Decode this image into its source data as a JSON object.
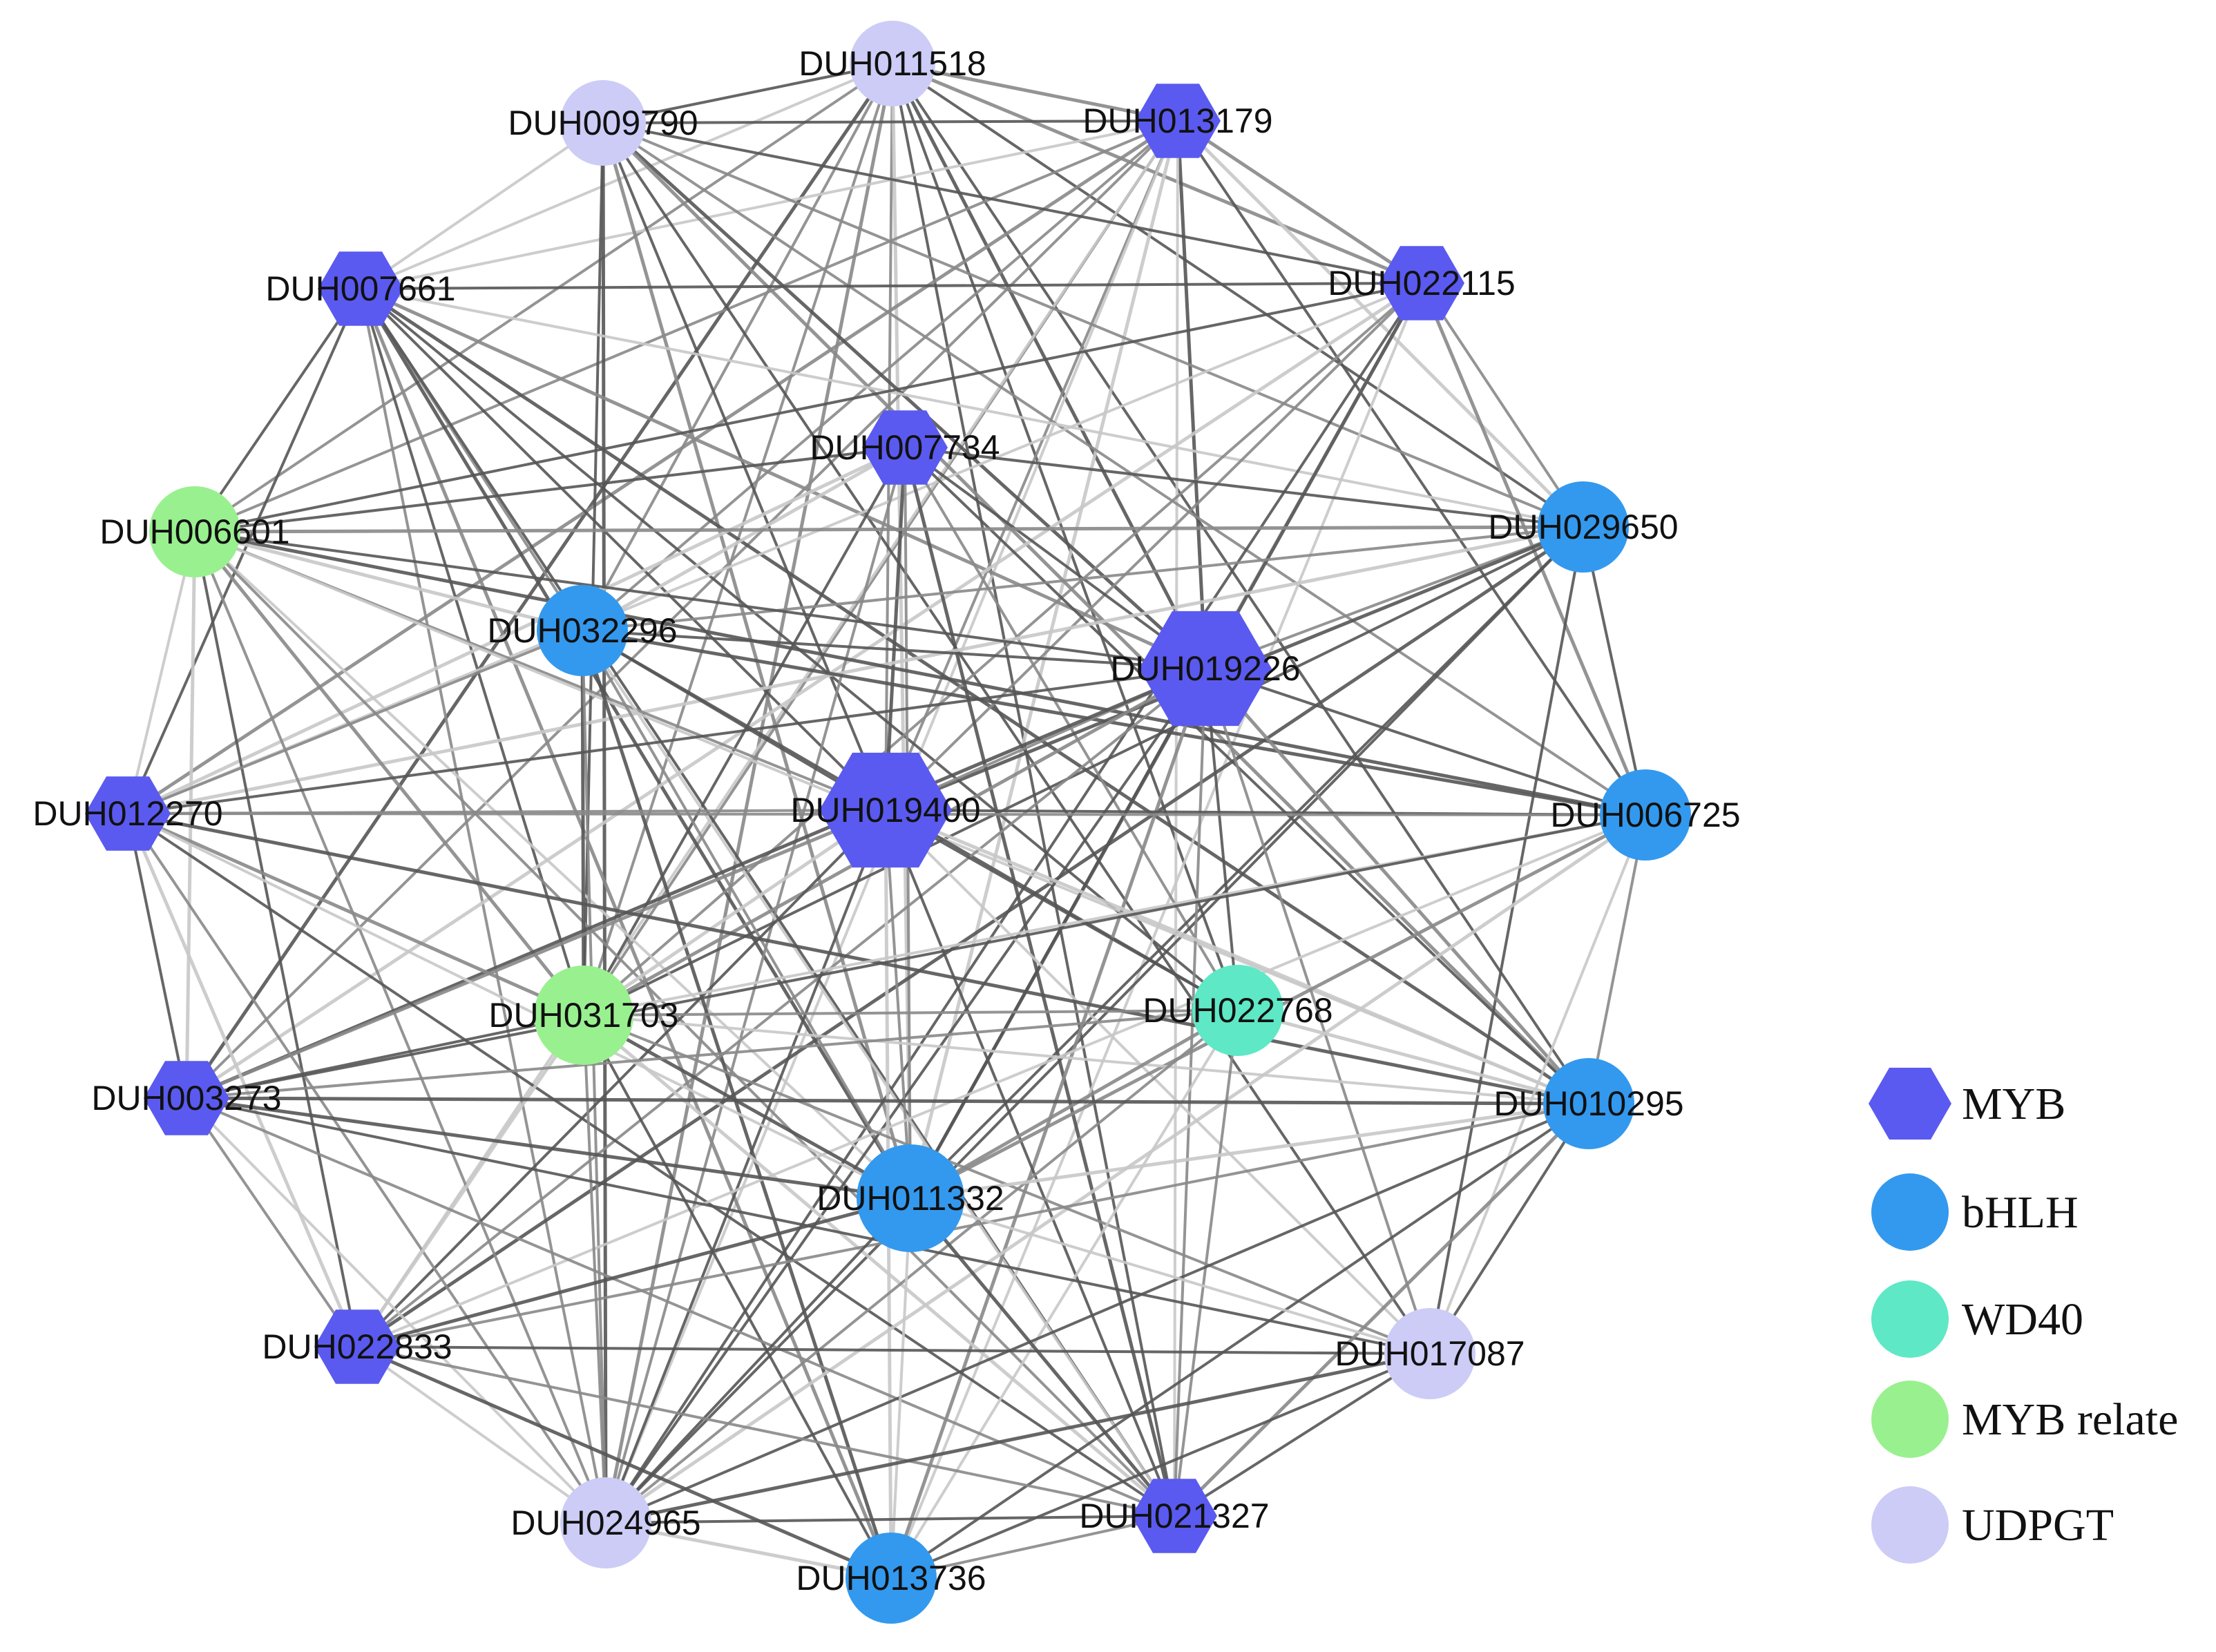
{
  "colors": {
    "MYB": "#5a5af0",
    "bHLH": "#3399ee",
    "WD40": "#5ee8c6",
    "MYB relate": "#99f08f",
    "UDPGT": "#ccccf7",
    "edge_dark": "#555555",
    "edge_mid": "#888888",
    "edge_light": "#c8c8c8"
  },
  "nodes": [
    {
      "id": "DUH011518",
      "label": "DUH011518",
      "family": "UDPGT",
      "shape": "circle"
    },
    {
      "id": "DUH013179",
      "label": "DUH013179",
      "family": "MYB",
      "shape": "hexagon"
    },
    {
      "id": "DUH009790",
      "label": "DUH009790",
      "family": "UDPGT",
      "shape": "circle"
    },
    {
      "id": "DUH022115",
      "label": "DUH022115",
      "family": "MYB",
      "shape": "hexagon"
    },
    {
      "id": "DUH007661",
      "label": "DUH007661",
      "family": "MYB",
      "shape": "hexagon"
    },
    {
      "id": "DUH007734",
      "label": "DUH007734",
      "family": "MYB",
      "shape": "hexagon"
    },
    {
      "id": "DUH029650",
      "label": "DUH029650",
      "family": "bHLH",
      "shape": "circle"
    },
    {
      "id": "DUH006601",
      "label": "DUH006601",
      "family": "MYB relate",
      "shape": "circle"
    },
    {
      "id": "DUH032296",
      "label": "DUH032296",
      "family": "bHLH",
      "shape": "circle"
    },
    {
      "id": "DUH019226",
      "label": "DUH019226",
      "family": "MYB",
      "shape": "hexagon"
    },
    {
      "id": "DUH019400",
      "label": "DUH019400",
      "family": "MYB",
      "shape": "hexagon"
    },
    {
      "id": "DUH012270",
      "label": "DUH012270",
      "family": "MYB",
      "shape": "hexagon"
    },
    {
      "id": "DUH006725",
      "label": "DUH006725",
      "family": "bHLH",
      "shape": "circle"
    },
    {
      "id": "DUH031703",
      "label": "DUH031703",
      "family": "MYB relate",
      "shape": "circle"
    },
    {
      "id": "DUH022768",
      "label": "DUH022768",
      "family": "WD40",
      "shape": "circle"
    },
    {
      "id": "DUH003273",
      "label": "DUH003273",
      "family": "MYB",
      "shape": "hexagon"
    },
    {
      "id": "DUH010295",
      "label": "DUH010295",
      "family": "bHLH",
      "shape": "circle"
    },
    {
      "id": "DUH011332",
      "label": "DUH011332",
      "family": "bHLH",
      "shape": "circle"
    },
    {
      "id": "DUH022833",
      "label": "DUH022833",
      "family": "MYB",
      "shape": "hexagon"
    },
    {
      "id": "DUH017087",
      "label": "DUH017087",
      "family": "UDPGT",
      "shape": "circle"
    },
    {
      "id": "DUH024965",
      "label": "DUH024965",
      "family": "UDPGT",
      "shape": "circle"
    },
    {
      "id": "DUH021327",
      "label": "DUH021327",
      "family": "MYB",
      "shape": "hexagon"
    },
    {
      "id": "DUH013736",
      "label": "DUH013736",
      "family": "bHLH",
      "shape": "circle"
    }
  ],
  "edges": [
    [
      "DUH011518",
      "DUH013179"
    ],
    [
      "DUH011518",
      "DUH009790"
    ],
    [
      "DUH011518",
      "DUH007661"
    ],
    [
      "DUH011518",
      "DUH022115"
    ],
    [
      "DUH011518",
      "DUH006601"
    ],
    [
      "DUH011518",
      "DUH032296"
    ],
    [
      "DUH011518",
      "DUH019226"
    ],
    [
      "DUH011518",
      "DUH019400"
    ],
    [
      "DUH011518",
      "DUH031703"
    ],
    [
      "DUH011518",
      "DUH011332"
    ],
    [
      "DUH011518",
      "DUH022768"
    ],
    [
      "DUH011518",
      "DUH029650"
    ],
    [
      "DUH011518",
      "DUH024965"
    ],
    [
      "DUH011518",
      "DUH021327"
    ],
    [
      "DUH011518",
      "DUH010295"
    ],
    [
      "DUH011518",
      "DUH003273"
    ],
    [
      "DUH013179",
      "DUH009790"
    ],
    [
      "DUH013179",
      "DUH007661"
    ],
    [
      "DUH013179",
      "DUH022115"
    ],
    [
      "DUH013179",
      "DUH006601"
    ],
    [
      "DUH013179",
      "DUH032296"
    ],
    [
      "DUH013179",
      "DUH019226"
    ],
    [
      "DUH013179",
      "DUH019400"
    ],
    [
      "DUH013179",
      "DUH031703"
    ],
    [
      "DUH013179",
      "DUH011332"
    ],
    [
      "DUH013179",
      "DUH024965"
    ],
    [
      "DUH013179",
      "DUH022833"
    ],
    [
      "DUH013179",
      "DUH012270"
    ],
    [
      "DUH013179",
      "DUH003273"
    ],
    [
      "DUH013179",
      "DUH021327"
    ],
    [
      "DUH013179",
      "DUH029650"
    ],
    [
      "DUH013179",
      "DUH006725"
    ],
    [
      "DUH009790",
      "DUH007661"
    ],
    [
      "DUH009790",
      "DUH019226"
    ],
    [
      "DUH009790",
      "DUH019400"
    ],
    [
      "DUH009790",
      "DUH031703"
    ],
    [
      "DUH009790",
      "DUH011332"
    ],
    [
      "DUH009790",
      "DUH006725"
    ],
    [
      "DUH009790",
      "DUH029650"
    ],
    [
      "DUH009790",
      "DUH024965"
    ],
    [
      "DUH009790",
      "DUH017087"
    ],
    [
      "DUH009790",
      "DUH022115"
    ],
    [
      "DUH009790",
      "DUH010295"
    ],
    [
      "DUH007661",
      "DUH006601"
    ],
    [
      "DUH007661",
      "DUH032296"
    ],
    [
      "DUH007661",
      "DUH019226"
    ],
    [
      "DUH007661",
      "DUH019400"
    ],
    [
      "DUH007661",
      "DUH031703"
    ],
    [
      "DUH007661",
      "DUH011332"
    ],
    [
      "DUH007661",
      "DUH022115"
    ],
    [
      "DUH007661",
      "DUH029650"
    ],
    [
      "DUH007661",
      "DUH010295"
    ],
    [
      "DUH007661",
      "DUH022768"
    ],
    [
      "DUH007661",
      "DUH024965"
    ],
    [
      "DUH007661",
      "DUH013736"
    ],
    [
      "DUH007661",
      "DUH021327"
    ],
    [
      "DUH007661",
      "DUH012270"
    ],
    [
      "DUH022115",
      "DUH019226"
    ],
    [
      "DUH022115",
      "DUH019400"
    ],
    [
      "DUH022115",
      "DUH031703"
    ],
    [
      "DUH022115",
      "DUH011332"
    ],
    [
      "DUH022115",
      "DUH006601"
    ],
    [
      "DUH022115",
      "DUH029650"
    ],
    [
      "DUH022115",
      "DUH006725"
    ],
    [
      "DUH022115",
      "DUH024965"
    ],
    [
      "DUH022115",
      "DUH012270"
    ],
    [
      "DUH022115",
      "DUH003273"
    ],
    [
      "DUH022115",
      "DUH013736"
    ],
    [
      "DUH007734",
      "DUH019226"
    ],
    [
      "DUH007734",
      "DUH019400"
    ],
    [
      "DUH007734",
      "DUH031703"
    ],
    [
      "DUH007734",
      "DUH011332"
    ],
    [
      "DUH007734",
      "DUH032296"
    ],
    [
      "DUH007734",
      "DUH006601"
    ],
    [
      "DUH007734",
      "DUH022768"
    ],
    [
      "DUH007734",
      "DUH012270"
    ],
    [
      "DUH007734",
      "DUH010295"
    ],
    [
      "DUH007734",
      "DUH024965"
    ],
    [
      "DUH007734",
      "DUH021327"
    ],
    [
      "DUH007734",
      "DUH029650"
    ],
    [
      "DUH029650",
      "DUH019226"
    ],
    [
      "DUH029650",
      "DUH019400"
    ],
    [
      "DUH029650",
      "DUH031703"
    ],
    [
      "DUH029650",
      "DUH011332"
    ],
    [
      "DUH029650",
      "DUH006601"
    ],
    [
      "DUH029650",
      "DUH032296"
    ],
    [
      "DUH029650",
      "DUH024965"
    ],
    [
      "DUH029650",
      "DUH022833"
    ],
    [
      "DUH029650",
      "DUH017087"
    ],
    [
      "DUH029650",
      "DUH006725"
    ],
    [
      "DUH029650",
      "DUH012270"
    ],
    [
      "DUH006601",
      "DUH019226"
    ],
    [
      "DUH006601",
      "DUH019400"
    ],
    [
      "DUH006601",
      "DUH031703"
    ],
    [
      "DUH006601",
      "DUH011332"
    ],
    [
      "DUH006601",
      "DUH012270"
    ],
    [
      "DUH006601",
      "DUH003273"
    ],
    [
      "DUH006601",
      "DUH022833"
    ],
    [
      "DUH006601",
      "DUH024965"
    ],
    [
      "DUH006601",
      "DUH006725"
    ],
    [
      "DUH006601",
      "DUH010295"
    ],
    [
      "DUH006601",
      "DUH021327"
    ],
    [
      "DUH006601",
      "DUH032296"
    ],
    [
      "DUH032296",
      "DUH019226"
    ],
    [
      "DUH032296",
      "DUH019400"
    ],
    [
      "DUH032296",
      "DUH031703"
    ],
    [
      "DUH032296",
      "DUH011332"
    ],
    [
      "DUH032296",
      "DUH024965"
    ],
    [
      "DUH032296",
      "DUH013736"
    ],
    [
      "DUH032296",
      "DUH021327"
    ],
    [
      "DUH032296",
      "DUH022768"
    ],
    [
      "DUH032296",
      "DUH006725"
    ],
    [
      "DUH032296",
      "DUH012270"
    ],
    [
      "DUH019226",
      "DUH019400"
    ],
    [
      "DUH019226",
      "DUH031703"
    ],
    [
      "DUH019226",
      "DUH011332"
    ],
    [
      "DUH019226",
      "DUH012270"
    ],
    [
      "DUH019226",
      "DUH003273"
    ],
    [
      "DUH019226",
      "DUH022833"
    ],
    [
      "DUH019226",
      "DUH024965"
    ],
    [
      "DUH019226",
      "DUH013736"
    ],
    [
      "DUH019226",
      "DUH021327"
    ],
    [
      "DUH019226",
      "DUH017087"
    ],
    [
      "DUH019226",
      "DUH010295"
    ],
    [
      "DUH019226",
      "DUH006725"
    ],
    [
      "DUH019226",
      "DUH022768"
    ],
    [
      "DUH019400",
      "DUH031703"
    ],
    [
      "DUH019400",
      "DUH011332"
    ],
    [
      "DUH019400",
      "DUH012270"
    ],
    [
      "DUH019400",
      "DUH003273"
    ],
    [
      "DUH019400",
      "DUH022833"
    ],
    [
      "DUH019400",
      "DUH024965"
    ],
    [
      "DUH019400",
      "DUH013736"
    ],
    [
      "DUH019400",
      "DUH021327"
    ],
    [
      "DUH019400",
      "DUH017087"
    ],
    [
      "DUH019400",
      "DUH010295"
    ],
    [
      "DUH019400",
      "DUH006725"
    ],
    [
      "DUH019400",
      "DUH022768"
    ],
    [
      "DUH012270",
      "DUH031703"
    ],
    [
      "DUH012270",
      "DUH011332"
    ],
    [
      "DUH012270",
      "DUH003273"
    ],
    [
      "DUH012270",
      "DUH022833"
    ],
    [
      "DUH012270",
      "DUH024965"
    ],
    [
      "DUH012270",
      "DUH006725"
    ],
    [
      "DUH012270",
      "DUH010295"
    ],
    [
      "DUH012270",
      "DUH021327"
    ],
    [
      "DUH006725",
      "DUH031703"
    ],
    [
      "DUH006725",
      "DUH011332"
    ],
    [
      "DUH006725",
      "DUH010295"
    ],
    [
      "DUH006725",
      "DUH017087"
    ],
    [
      "DUH006725",
      "DUH024965"
    ],
    [
      "DUH006725",
      "DUH022833"
    ],
    [
      "DUH006725",
      "DUH003273"
    ],
    [
      "DUH031703",
      "DUH011332"
    ],
    [
      "DUH031703",
      "DUH022768"
    ],
    [
      "DUH031703",
      "DUH003273"
    ],
    [
      "DUH031703",
      "DUH022833"
    ],
    [
      "DUH031703",
      "DUH024965"
    ],
    [
      "DUH031703",
      "DUH013736"
    ],
    [
      "DUH031703",
      "DUH021327"
    ],
    [
      "DUH031703",
      "DUH010295"
    ],
    [
      "DUH031703",
      "DUH017087"
    ],
    [
      "DUH022768",
      "DUH011332"
    ],
    [
      "DUH022768",
      "DUH024965"
    ],
    [
      "DUH022768",
      "DUH003273"
    ],
    [
      "DUH022768",
      "DUH010295"
    ],
    [
      "DUH022768",
      "DUH021327"
    ],
    [
      "DUH022768",
      "DUH013736"
    ],
    [
      "DUH003273",
      "DUH011332"
    ],
    [
      "DUH003273",
      "DUH022833"
    ],
    [
      "DUH003273",
      "DUH024965"
    ],
    [
      "DUH003273",
      "DUH010295"
    ],
    [
      "DUH003273",
      "DUH021327"
    ],
    [
      "DUH003273",
      "DUH017087"
    ],
    [
      "DUH010295",
      "DUH011332"
    ],
    [
      "DUH010295",
      "DUH017087"
    ],
    [
      "DUH010295",
      "DUH024965"
    ],
    [
      "DUH010295",
      "DUH021327"
    ],
    [
      "DUH010295",
      "DUH013736"
    ],
    [
      "DUH010295",
      "DUH022833"
    ],
    [
      "DUH011332",
      "DUH022833"
    ],
    [
      "DUH011332",
      "DUH024965"
    ],
    [
      "DUH011332",
      "DUH013736"
    ],
    [
      "DUH011332",
      "DUH021327"
    ],
    [
      "DUH011332",
      "DUH017087"
    ],
    [
      "DUH022833",
      "DUH024965"
    ],
    [
      "DUH022833",
      "DUH013736"
    ],
    [
      "DUH022833",
      "DUH021327"
    ],
    [
      "DUH022833",
      "DUH017087"
    ],
    [
      "DUH017087",
      "DUH024965"
    ],
    [
      "DUH017087",
      "DUH021327"
    ],
    [
      "DUH017087",
      "DUH013736"
    ],
    [
      "DUH024965",
      "DUH013736"
    ],
    [
      "DUH024965",
      "DUH021327"
    ],
    [
      "DUH021327",
      "DUH013736"
    ]
  ],
  "legend": [
    {
      "label": "MYB",
      "family": "MYB",
      "shape": "hexagon"
    },
    {
      "label": "bHLH",
      "family": "bHLH",
      "shape": "circle"
    },
    {
      "label": "WD40",
      "family": "WD40",
      "shape": "circle"
    },
    {
      "label": "MYB relate",
      "family": "MYB relate",
      "shape": "circle"
    },
    {
      "label": "UDPGT",
      "family": "UDPGT",
      "shape": "circle"
    }
  ]
}
